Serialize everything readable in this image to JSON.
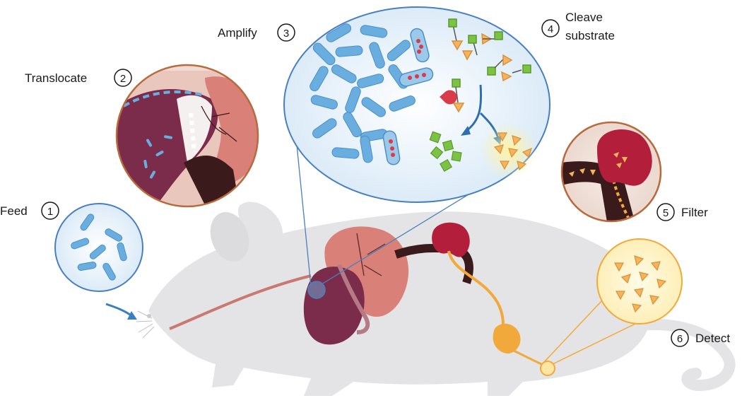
{
  "steps": [
    {
      "number": "1",
      "label": "Feed"
    },
    {
      "number": "2",
      "label": "Translocate"
    },
    {
      "number": "3",
      "label": "Amplify"
    },
    {
      "number": "4",
      "label_line1": "Cleave",
      "label_line2": "substrate"
    },
    {
      "number": "5",
      "label": "Filter"
    },
    {
      "number": "6",
      "label": "Detect"
    }
  ],
  "colors": {
    "bacteria": "#6aaee0",
    "bubble_blue": "#4a7fbf",
    "bubble_copper": "#b86a3e",
    "bubble_orange": "#f2a93b",
    "substrate_green": "#7cc243",
    "reporter_orange": "#f3b45a",
    "liver": "#7b2c4a",
    "intestine": "#d98078",
    "kidney": "#b31e3a",
    "mouse_body": "#e4e4e6"
  }
}
